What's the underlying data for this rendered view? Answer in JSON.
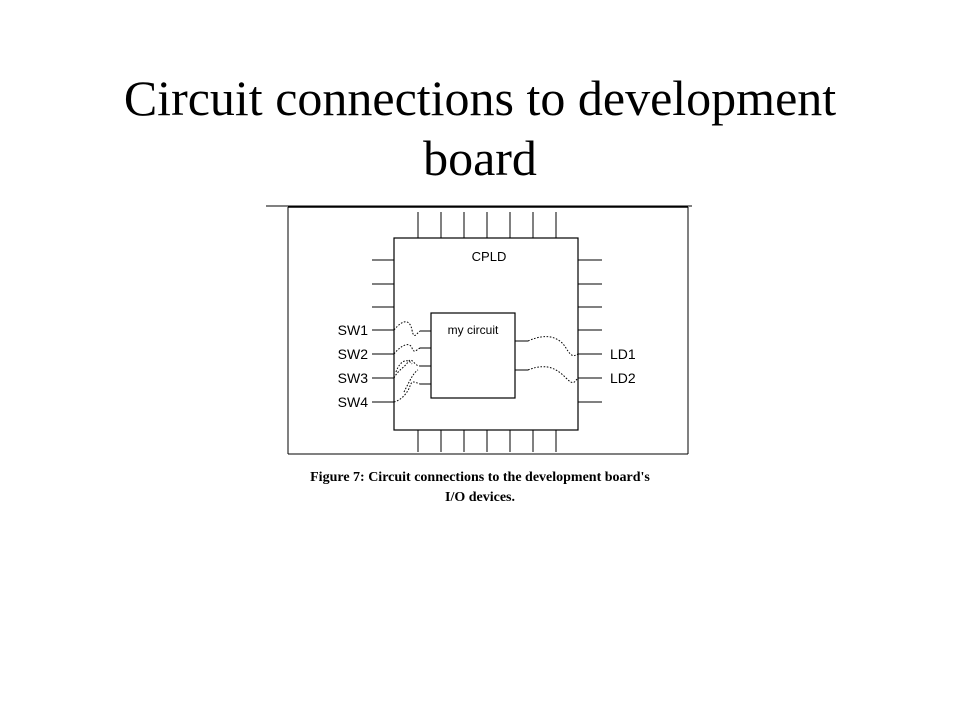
{
  "slide": {
    "title": "Circuit connections to development board"
  },
  "diagram": {
    "cpld_label": "CPLD",
    "circuit_label": "my circuit",
    "inputs": [
      "SW1",
      "SW2",
      "SW3",
      "SW4"
    ],
    "outputs": [
      "LD1",
      "LD2"
    ]
  },
  "figure": {
    "caption_line1": "Figure 7: Circuit connections to the development board's",
    "caption_line2": "I/O devices."
  }
}
